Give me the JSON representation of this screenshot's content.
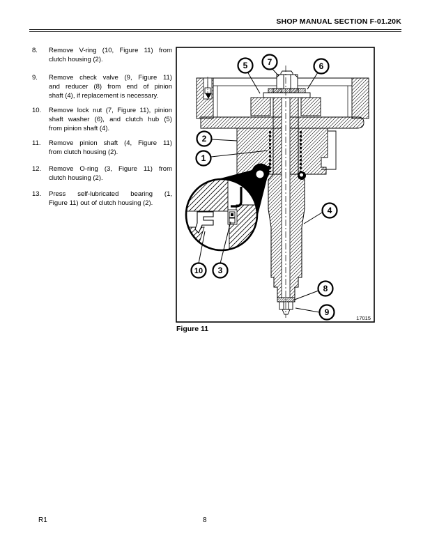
{
  "header": {
    "title": "SHOP MANUAL SECTION F-01.20K"
  },
  "steps": [
    {
      "num": "8.",
      "lines": [
        "Remove V-ring (10, Figure 11) from",
        "clutch housing (2)."
      ]
    },
    {
      "num": "9.",
      "lines": [
        "Remove check valve (9, Figure 11)",
        "and reducer (8) from end of pinion",
        "shaft (4), if replacement is necessary."
      ]
    },
    {
      "num": "10.",
      "lines": [
        "Remove lock nut (7, Figure 11), pinion",
        "shaft washer (6), and clutch hub (5)",
        "from pinion shaft (4)."
      ]
    },
    {
      "num": "11.",
      "lines": [
        "Remove pinion shaft (4, Figure 11)",
        "from clutch housing (2)."
      ]
    },
    {
      "num": "12.",
      "lines": [
        "Remove O-ring (3, Figure 11) from",
        "clutch housing (2)."
      ]
    },
    {
      "num": "13.",
      "lines": [
        "Press self-lubricated bearing (1,",
        "Figure 11) out of clutch housing (2)."
      ]
    }
  ],
  "figure": {
    "caption": "Figure 11",
    "drawing_number": "17015",
    "callouts": [
      {
        "label": "5"
      },
      {
        "label": "7"
      },
      {
        "label": "6"
      },
      {
        "label": "2"
      },
      {
        "label": "1"
      },
      {
        "label": "4"
      },
      {
        "label": "10"
      },
      {
        "label": "3"
      },
      {
        "label": "8"
      },
      {
        "label": "9"
      }
    ]
  },
  "footer": {
    "revision": "R1",
    "page_number": "8"
  },
  "colors": {
    "ink": "#000000",
    "paper": "#ffffff"
  }
}
